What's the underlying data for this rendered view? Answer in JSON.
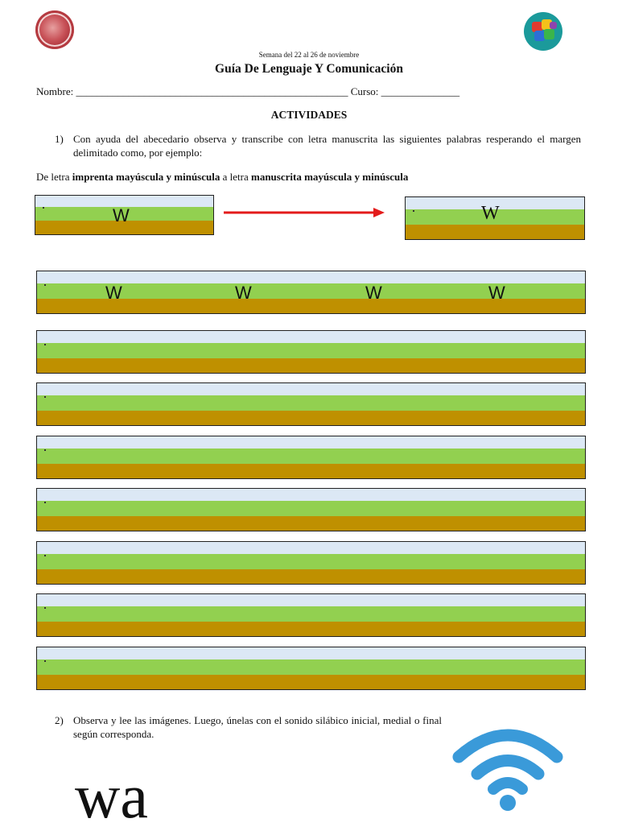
{
  "header": {
    "week": "Semana del 22 al 26 de noviembre",
    "title": "Guía De Lenguaje Y Comunicación",
    "name_line": "Nombre: ____________________________________________________ Curso: _______________"
  },
  "activities_heading": "ACTIVIDADES",
  "item1": {
    "number": "1)",
    "text": "Con ayuda del abecedario observa y transcribe con letra manuscrita las siguientes palabras resperando el margen delimitado como, por ejemplo:"
  },
  "instruction": {
    "part1": "De letra ",
    "bold1": "imprenta mayúscula y minúscula",
    "part2": " a letra ",
    "bold2": "manuscrita mayúscula y minúscula"
  },
  "example": {
    "print_letter": "W",
    "manuscript_letter": "W",
    "arrow_color": "#e31b1b"
  },
  "practice_row": {
    "letters": [
      "W",
      "W",
      "W",
      "W"
    ]
  },
  "item2": {
    "number": "2)",
    "text": "Observa y lee las imágenes. Luego, únelas con el sonido silábico inicial, medial o final según corresponda."
  },
  "syllable": "wa",
  "image_icon": "wifi-icon",
  "colors": {
    "top_band": "#dce8f5",
    "middle_band": "#92d050",
    "bottom_band": "#bf9000",
    "wifi": "#3a9ad9"
  }
}
